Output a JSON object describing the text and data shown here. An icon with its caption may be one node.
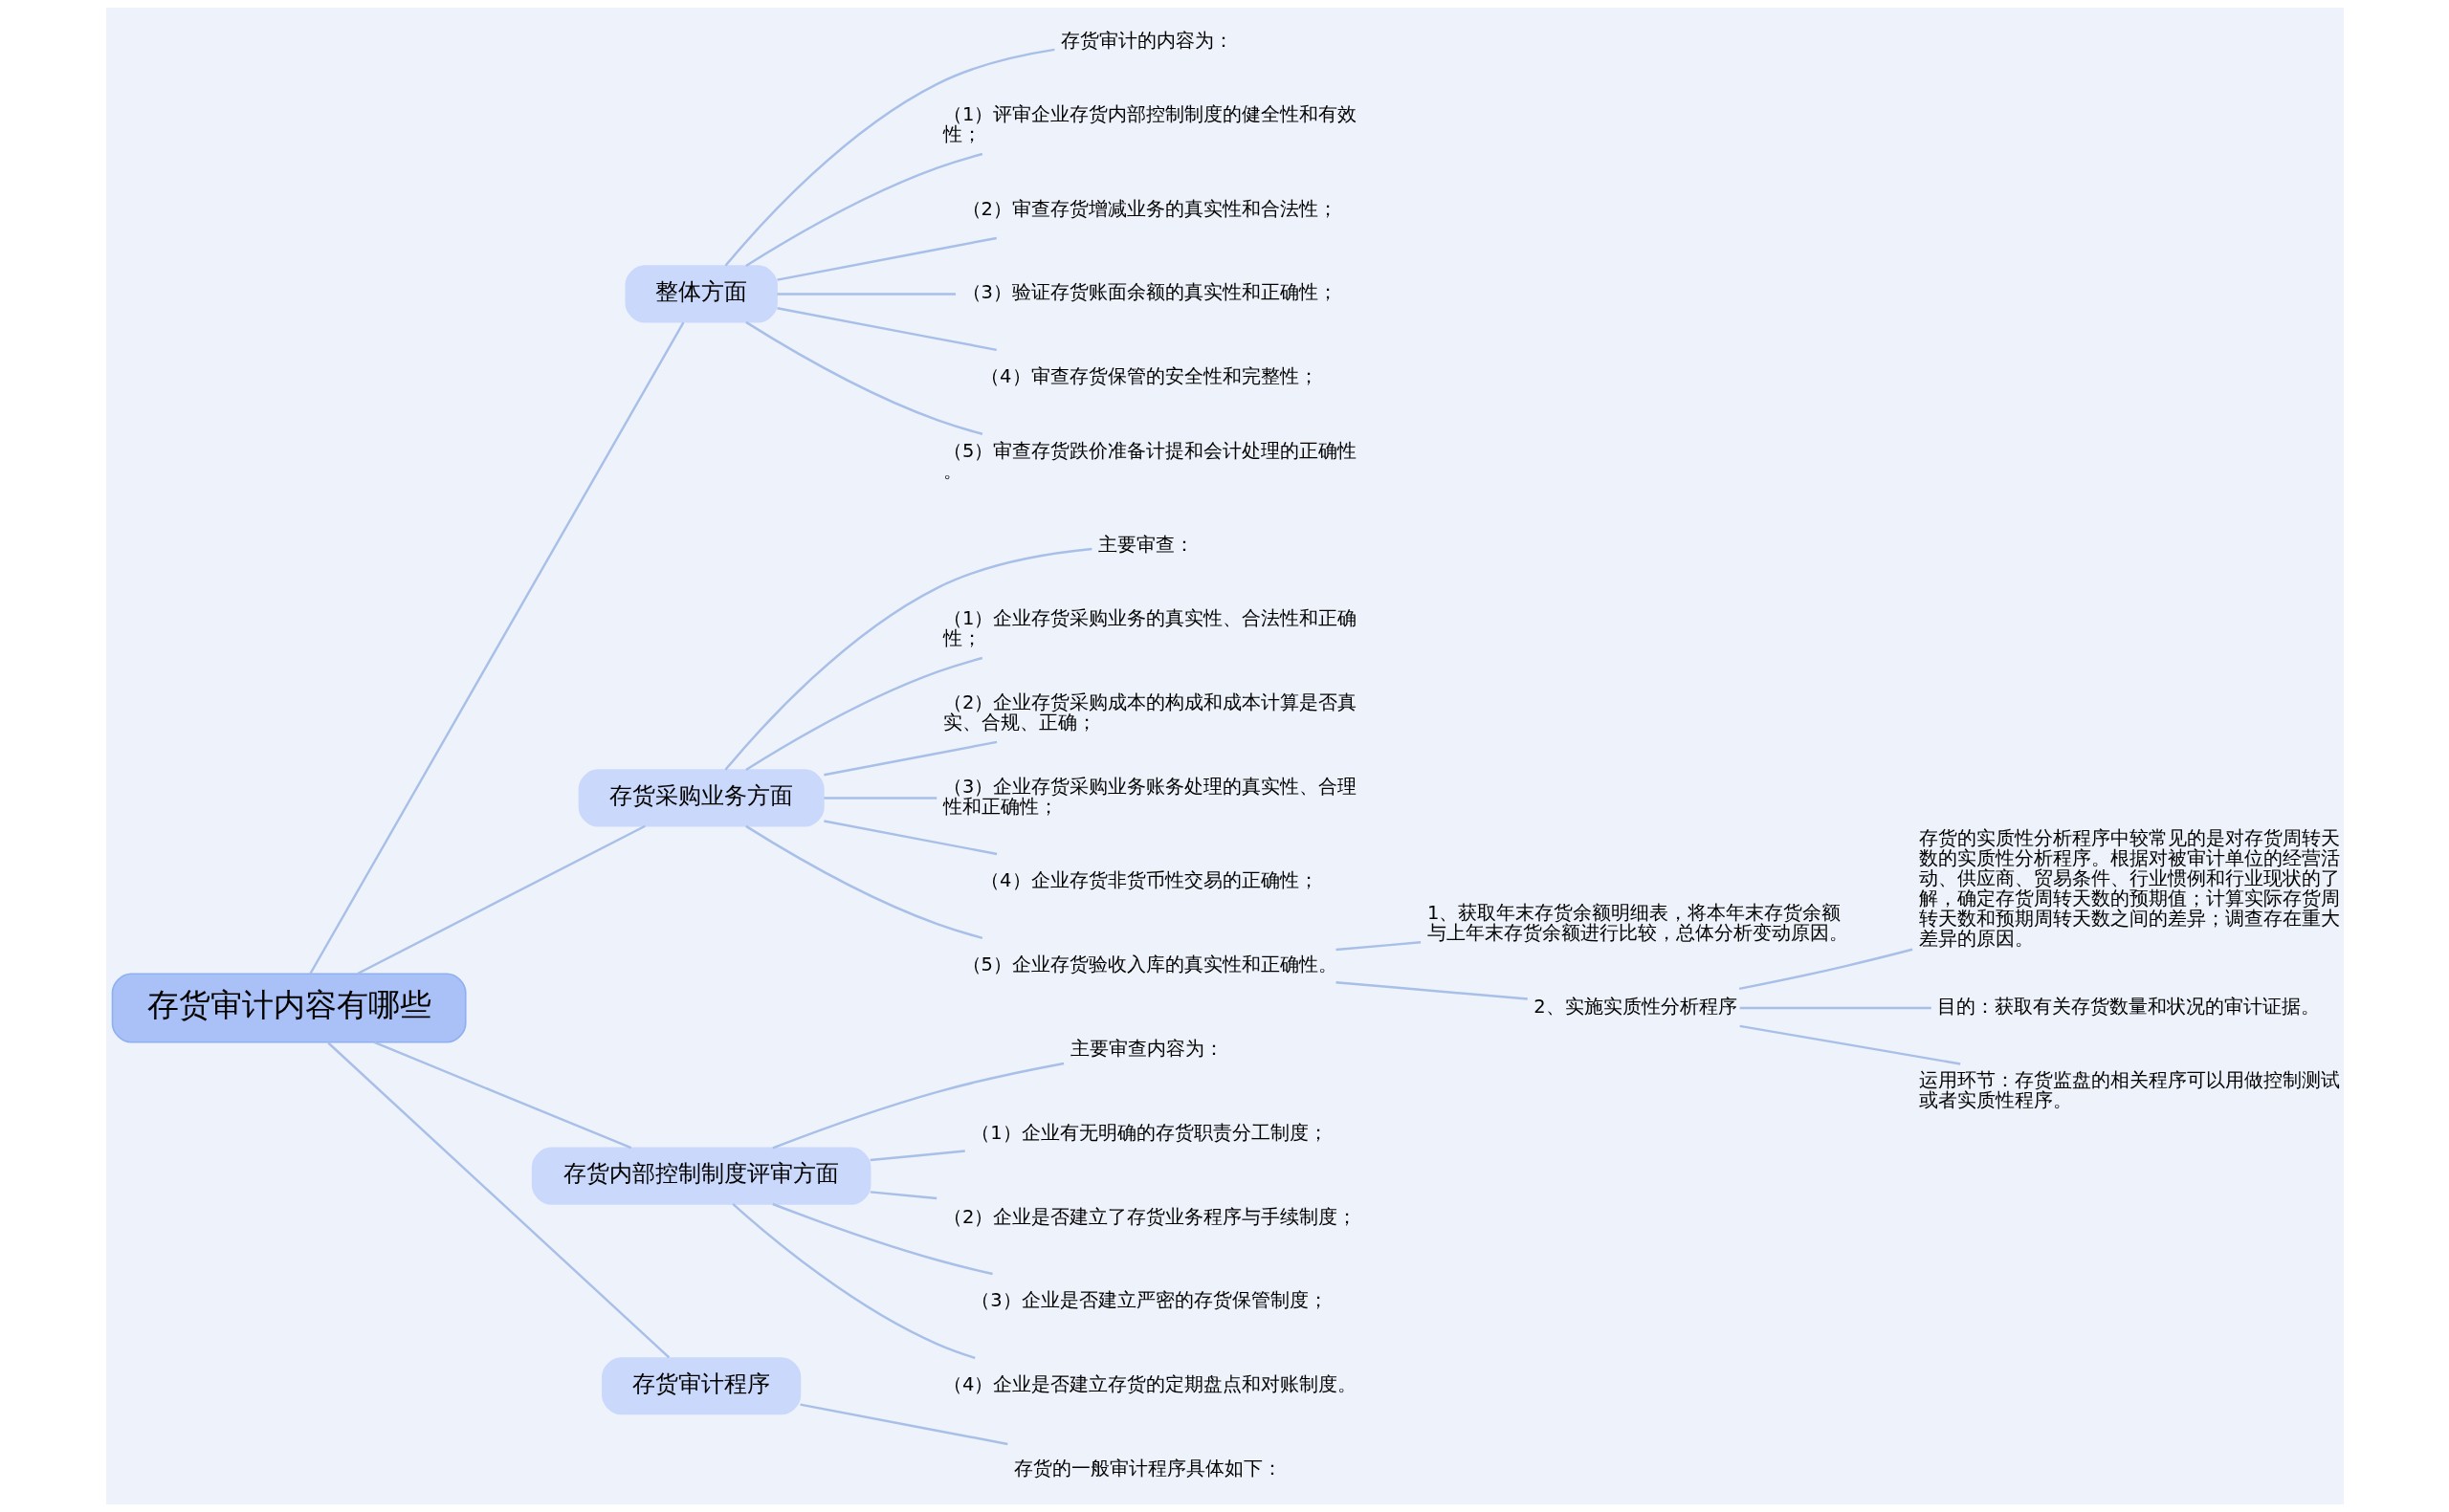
{
  "diagram": {
    "nodes": [
      {
        "text": [
          "存货审计内容有哪些"
        ]
      },
      {
        "text": [
          "整体方面"
        ]
      },
      {
        "text": [
          "存货审计的内容为："
        ]
      },
      {
        "text": [
          "（1）评审企业存货内部控制制度的健全性和有效性；"
        ]
      },
      {
        "text": [
          "（2）审查存货增减业务的真实性和合法性；"
        ]
      },
      {
        "text": [
          "（3）验证存货账面余额的真实性和正确性；"
        ]
      },
      {
        "text": [
          "（4）审查存货保管的安全性和完整性；"
        ]
      },
      {
        "text": [
          "（5）审查存货跌价准备计提和会计处理的正确性。"
        ]
      },
      {
        "text": [
          "存货采购业务方面"
        ]
      },
      {
        "text": [
          "主要审查："
        ]
      },
      {
        "text": [
          "（1）企业存货采购业务的真实性、合法性和正确性；"
        ]
      },
      {
        "text": [
          "（2）企业存货采购成本的构成和成本计算是否真实、合规、正确；"
        ]
      },
      {
        "text": [
          "（3）企业存货采购业务账务处理的真实性、合理性和正确性；"
        ]
      },
      {
        "text": [
          "（4）企业存货非货币性交易的正确性；"
        ]
      },
      {
        "text": [
          "（5）企业存货验收入库的真实性和正确性。"
        ]
      },
      {
        "text": [
          "1、获取年末存货余额明细表，将本年末存货余额与上年末存货余额进行比较，总体分析变动原因。"
        ]
      },
      {
        "text": [
          "2、实施实质性分析程序"
        ]
      },
      {
        "text": [
          "存货的实质性分析程序中较常见的是对存货周转天数的实质性分析程序。根据对被审计单位的经营活动、供应商、贸易条件、行业惯例和行业现状的了解，确定存货周转天数的预期值；计算实际存货周转天数和预期周转天数之间的差异；调查存在重大差异的原因。"
        ]
      },
      {
        "text": [
          "目的：获取有关存货数量和状况的审计证据。"
        ]
      },
      {
        "text": [
          "运用环节：存货监盘的相关程序可以用做控制测试或者实质性程序。"
        ]
      },
      {
        "text": [
          "存货内部控制制度评审方面"
        ]
      },
      {
        "text": [
          "主要审查内容为："
        ]
      },
      {
        "text": [
          "（1）企业有无明确的存货职责分工制度；"
        ]
      },
      {
        "text": [
          "（2）企业是否建立了存货业务程序与手续制度；"
        ]
      },
      {
        "text": [
          "（3）企业是否建立严密的存货保管制度；"
        ]
      },
      {
        "text": [
          "（4）企业是否建立存货的定期盘点和对账制度。"
        ]
      },
      {
        "text": [
          "存货审计程序"
        ]
      },
      {
        "text": [
          "存货的一般审计程序具体如下："
        ]
      }
    ],
    "edges": [
      {
        "from": 0,
        "to": 1,
        "arrow": "none"
      },
      {
        "from": 1,
        "to": 2,
        "arrow": "none"
      },
      {
        "from": 1,
        "to": 3,
        "arrow": "none"
      },
      {
        "from": 1,
        "to": 4,
        "arrow": "none"
      },
      {
        "from": 1,
        "to": 5,
        "arrow": "none"
      },
      {
        "from": 1,
        "to": 6,
        "arrow": "none"
      },
      {
        "from": 1,
        "to": 7,
        "arrow": "none"
      },
      {
        "from": 0,
        "to": 8,
        "arrow": "none"
      },
      {
        "from": 8,
        "to": 9,
        "arrow": "none"
      },
      {
        "from": 8,
        "to": 10,
        "arrow": "none"
      },
      {
        "from": 8,
        "to": 11,
        "arrow": "none"
      },
      {
        "from": 8,
        "to": 12,
        "arrow": "none"
      },
      {
        "from": 8,
        "to": 13,
        "arrow": "none"
      },
      {
        "from": 8,
        "to": 14,
        "arrow": "none"
      },
      {
        "from": 14,
        "to": 15,
        "arrow": "none"
      },
      {
        "from": 14,
        "to": 16,
        "arrow": "none"
      },
      {
        "from": 16,
        "to": 17,
        "arrow": "none"
      },
      {
        "from": 16,
        "to": 18,
        "arrow": "none"
      },
      {
        "from": 16,
        "to": 19,
        "arrow": "none"
      },
      {
        "from": 0,
        "to": 20,
        "arrow": "none"
      },
      {
        "from": 20,
        "to": 21,
        "arrow": "none"
      },
      {
        "from": 20,
        "to": 22,
        "arrow": "none"
      },
      {
        "from": 20,
        "to": 23,
        "arrow": "none"
      },
      {
        "from": 20,
        "to": 24,
        "arrow": "none"
      },
      {
        "from": 20,
        "to": 25,
        "arrow": "none"
      },
      {
        "from": 0,
        "to": 26,
        "arrow": "none"
      },
      {
        "from": 26,
        "to": 27,
        "arrow": "none"
      }
    ]
  }
}
